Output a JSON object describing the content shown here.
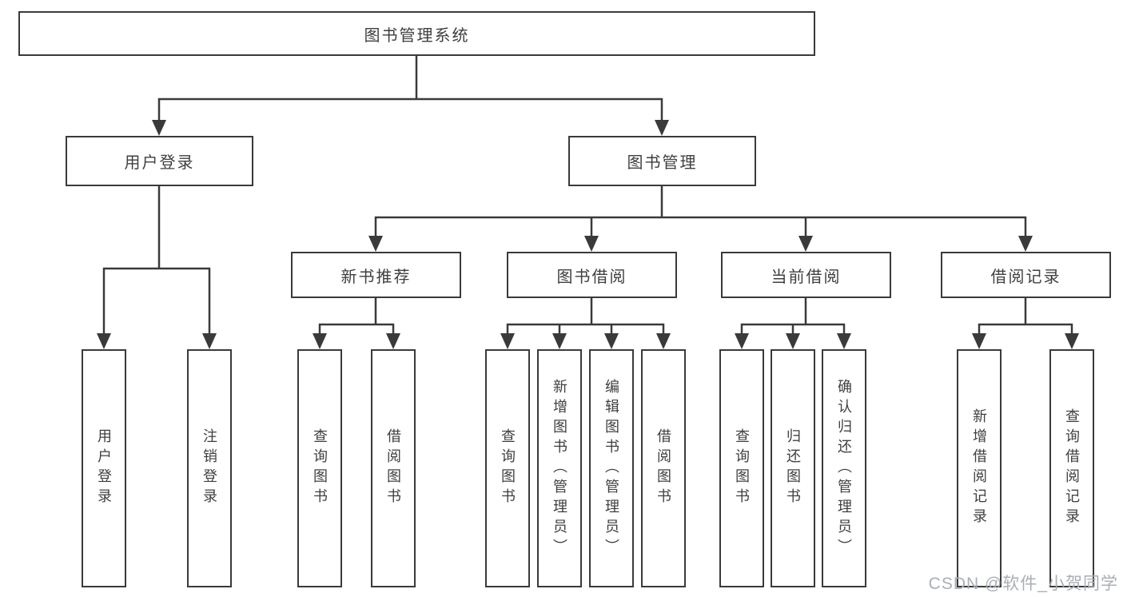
{
  "diagram_title": "图书管理系统",
  "tree": {
    "root": {
      "label": "图书管理系统",
      "children": [
        {
          "label": "用户登录",
          "children": [
            {
              "label": "用户登录"
            },
            {
              "label": "注销登录"
            }
          ]
        },
        {
          "label": "图书管理",
          "children": [
            {
              "label": "新书推荐",
              "children": [
                {
                  "label": "查询图书"
                },
                {
                  "label": "借阅图书"
                }
              ]
            },
            {
              "label": "图书借阅",
              "children": [
                {
                  "label": "查询图书"
                },
                {
                  "label": "新增图书（管理员）"
                },
                {
                  "label": "编辑图书（管理员）"
                },
                {
                  "label": "借阅图书"
                }
              ]
            },
            {
              "label": "当前借阅",
              "children": [
                {
                  "label": "查询图书"
                },
                {
                  "label": "归还图书"
                },
                {
                  "label": "确认归还（管理员）"
                }
              ]
            },
            {
              "label": "借阅记录",
              "children": [
                {
                  "label": "新增借阅记录"
                },
                {
                  "label": "查询借阅记录"
                }
              ]
            }
          ]
        }
      ]
    }
  },
  "watermark": "CSDN @软件_小贺同学",
  "colors": {
    "line": "#3a3a3a",
    "text": "#3f3f3f",
    "watermark": "#aaaeb4",
    "background": "#ffffff"
  }
}
